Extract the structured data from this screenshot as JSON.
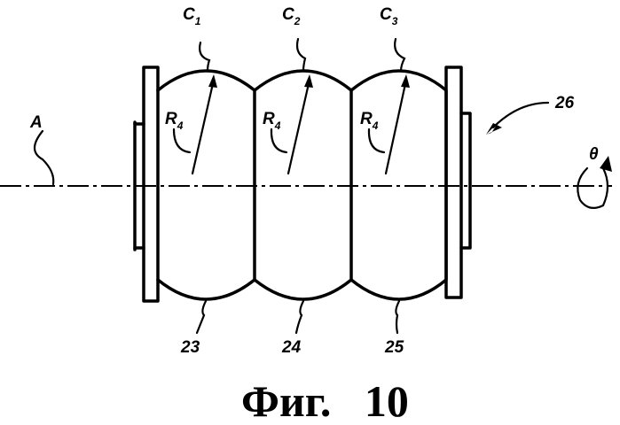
{
  "figure": {
    "caption": "Фиг.   10",
    "axis_label": "A",
    "rotation_symbol": "θ",
    "assembly_ref": "26",
    "segment_refs": [
      "23",
      "24",
      "25"
    ],
    "center_labels": [
      {
        "main": "C",
        "sub": "1"
      },
      {
        "main": "C",
        "sub": "2"
      },
      {
        "main": "C",
        "sub": "3"
      }
    ],
    "radius_labels": [
      {
        "main": "R",
        "sub": "4"
      },
      {
        "main": "R",
        "sub": "4"
      },
      {
        "main": "R",
        "sub": "4"
      }
    ]
  }
}
